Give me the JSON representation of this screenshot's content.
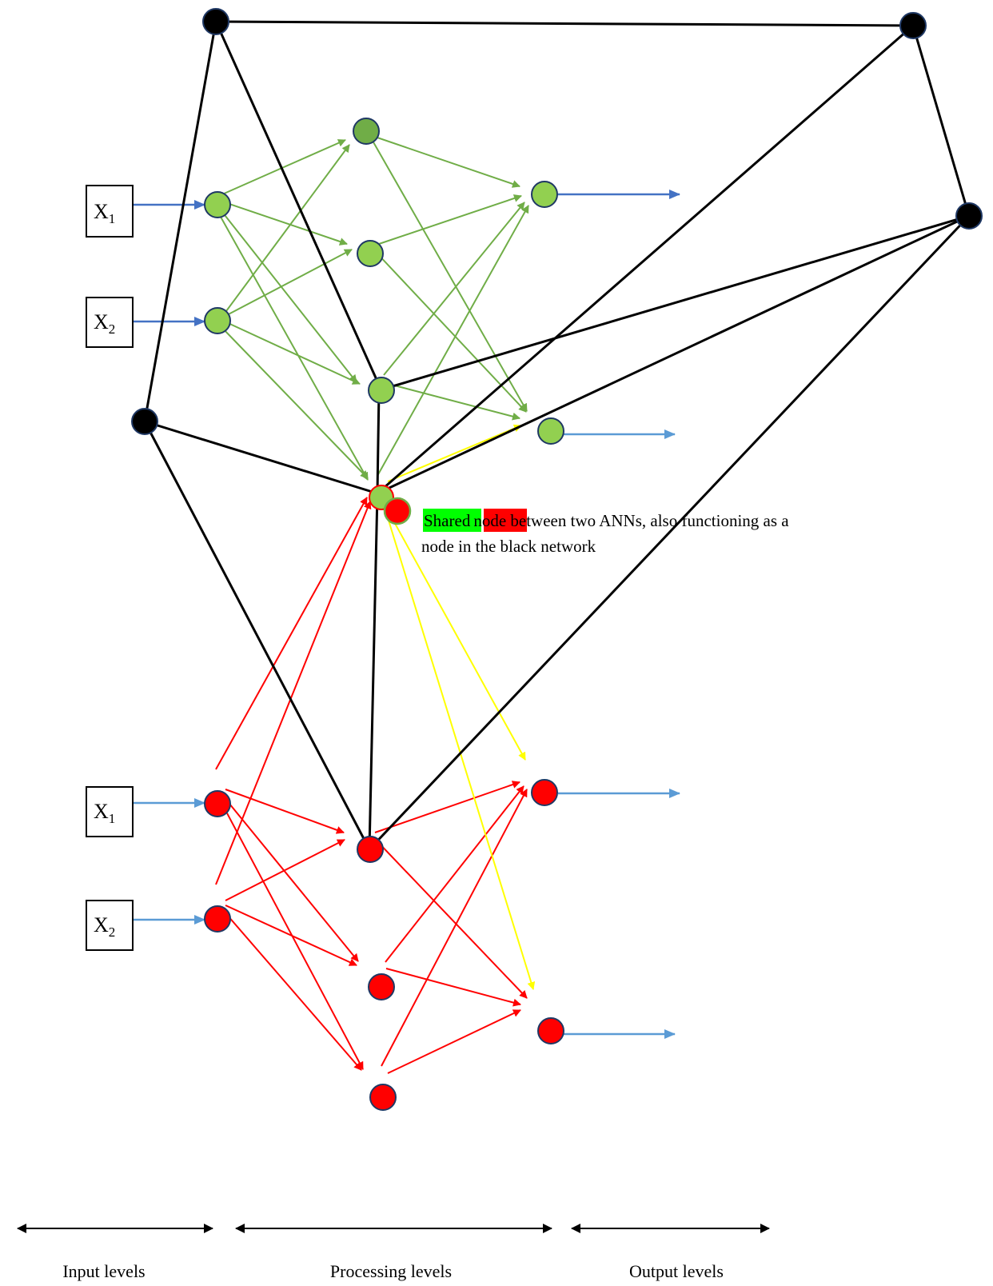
{
  "annotation": {
    "shared_label": "Shared",
    "node_label": "node",
    "rest_line1": " between two ANNs, also functioning as a",
    "line2": "node in the black network"
  },
  "inputs": {
    "top_x1": {
      "letter": "X",
      "sub": "1"
    },
    "top_x2": {
      "letter": "X",
      "sub": "2"
    },
    "bottom_x1": {
      "letter": "X",
      "sub": "1"
    },
    "bottom_x2": {
      "letter": "X",
      "sub": "2"
    }
  },
  "levels": {
    "input": "Input levels",
    "processing": "Processing levels",
    "output": "Output levels"
  },
  "colors": {
    "green_node": "#92d050",
    "dark_green_node": "#70ad47",
    "green_edge": "#70ad47",
    "red": "#ff0000",
    "black": "#000000",
    "blue_edge": "#4472c4",
    "light_blue_edge": "#5b9bd5",
    "yellow_edge": "#ffff00",
    "highlight_green": "#00ff00",
    "highlight_red": "#ff0000",
    "node_outline": "#1f3864"
  }
}
